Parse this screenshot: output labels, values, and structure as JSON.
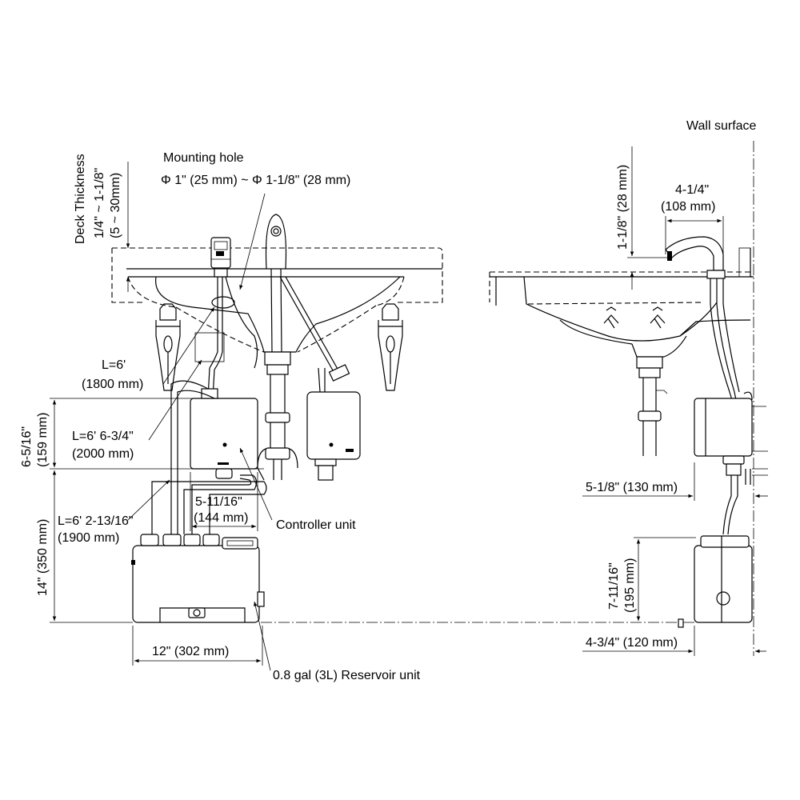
{
  "labels": {
    "wall_surface": "Wall surface",
    "mounting_hole_title": "Mounting hole",
    "mounting_hole_size": "Φ 1\" (25 mm) ~ Φ 1-1/8\" (28 mm)",
    "deck_thickness_1": "Deck Thickness",
    "deck_thickness_2": "1/4\" ~ 1-1/8\"",
    "deck_thickness_3": "(5 ~ 30mm)",
    "cable_1800_a": "L=6'",
    "cable_1800_b": "(1800 mm)",
    "cable_2000_a": "L=6' 6-3/4\"",
    "cable_2000_b": "(2000 mm)",
    "cable_1900_a": "L=6' 2-13/16\"",
    "cable_1900_b": "(1900 mm)",
    "dim_159_a": "6-5/16\"",
    "dim_159_b": "(159 mm)",
    "dim_350": "14\" (350 mm)",
    "dim_144_a": "5-11/16\"",
    "dim_144_b": "(144 mm)",
    "controller_unit": "Controller unit",
    "dim_302": "12\" (302 mm)",
    "reservoir_unit": "0.8 gal (3L) Reservoir unit",
    "dim_28": "1-1/8\" (28 mm)",
    "dim_108_a": "4-1/4\"",
    "dim_108_b": "(108 mm)",
    "dim_130": "5-1/8\" (130 mm)",
    "dim_195_a": "7-11/16\"",
    "dim_195_b": "(195 mm)",
    "dim_120": "4-3/4\" (120 mm)"
  }
}
